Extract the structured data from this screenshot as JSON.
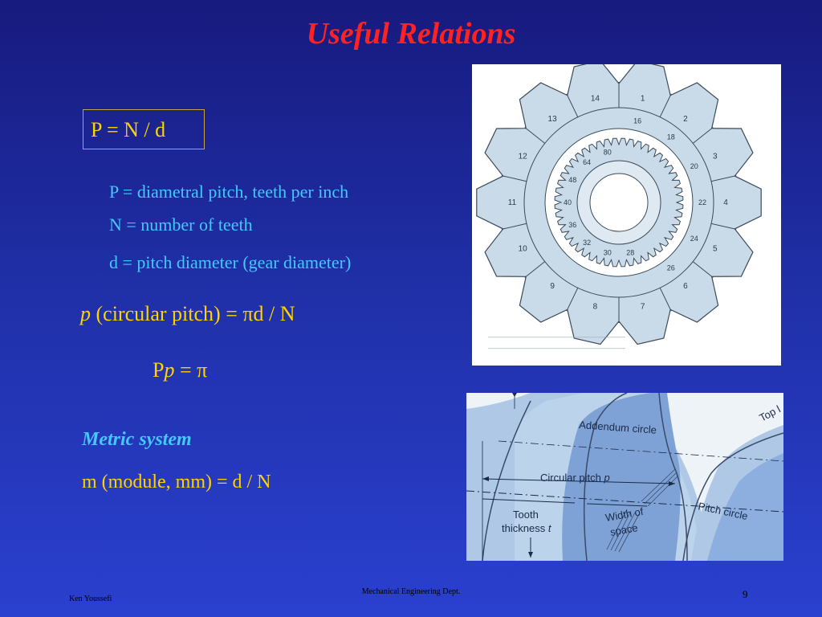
{
  "title": "Useful Relations",
  "formula_box": "P = N / d",
  "definitions": [
    "P = diametral pitch, teeth per inch",
    "N = number of teeth",
    "d = pitch diameter (gear diameter)"
  ],
  "circular_pitch": {
    "symbol": "p",
    "text": "(circular pitch) = πd / N"
  },
  "product_relation": {
    "lead": "P",
    "symbol": "p",
    "rest": "= π"
  },
  "metric_heading": "Metric system",
  "module_formula": "m (module, mm) = d / N",
  "gear_figure": {
    "outer_tooth_labels": [
      "1",
      "2",
      "3",
      "4",
      "5",
      "6",
      "7",
      "8",
      "9",
      "10",
      "11",
      "12",
      "13",
      "14"
    ],
    "middle_labels": [
      "16",
      "18",
      "20",
      "22",
      "24",
      "26",
      "28",
      "30",
      "32",
      "36",
      "40",
      "48",
      "64",
      "80"
    ]
  },
  "tooth_figure": {
    "labels": {
      "addendum": "Addendum circle",
      "circular_pitch": "Circular pitch",
      "circular_pitch_symbol": "p",
      "pitch_circle": "Pitch circle",
      "tooth_thickness_line1": "Tooth",
      "tooth_thickness_line2": "thickness",
      "tooth_thickness_symbol": "t",
      "width_line1": "Width of",
      "width_line2": "space",
      "top": "Top l"
    }
  },
  "footer": {
    "author": "Ken Youssefi",
    "department": "Mechanical Engineering Dept.",
    "page": "9"
  }
}
